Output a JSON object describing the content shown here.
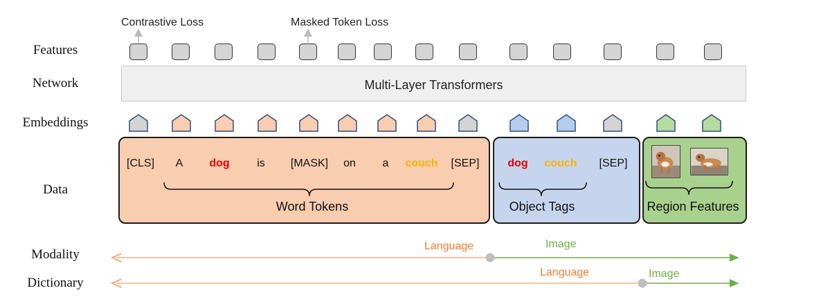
{
  "row_labels": {
    "features": "Features",
    "network": "Network",
    "embeddings": "Embeddings",
    "data": "Data",
    "modality": "Modality",
    "dictionary": "Dictionary"
  },
  "losses": {
    "contrastive": "Contrastive Loss",
    "masked": "Masked Token Loss"
  },
  "network_label": "Multi-Layer Transformers",
  "word_tokens": [
    "[CLS]",
    "A",
    "dog",
    "is",
    "[MASK]",
    "on",
    "a",
    "couch",
    "[SEP]"
  ],
  "object_tags": [
    "dog",
    "couch",
    "[SEP]"
  ],
  "groups": {
    "word": "Word Tokens",
    "object": "Object Tags",
    "region": "Region Features"
  },
  "modality_axis": {
    "language": "Language",
    "image": "Image"
  },
  "dictionary_axis": {
    "language": "Language",
    "image": "Image"
  },
  "colors": {
    "word_panel": "#f8cdb0",
    "object_panel": "#c6d5ed",
    "region_panel": "#a9d18e",
    "language_line": "#f4b183",
    "image_line": "#70ad47",
    "highlight_red": "#e60000",
    "highlight_gold": "#f5b400"
  }
}
